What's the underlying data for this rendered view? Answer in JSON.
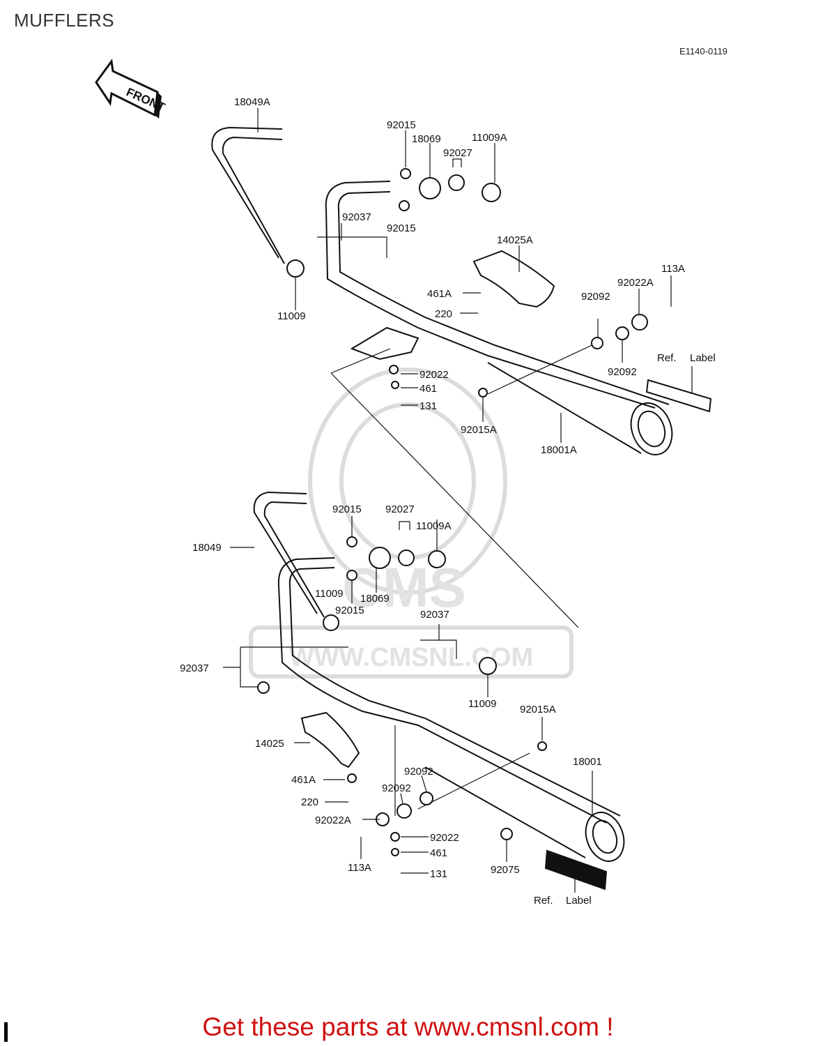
{
  "page": {
    "title": "MUFFLERS",
    "diagram_code": "E1140-0119",
    "front_arrow_label": "FRONT",
    "cta": "Get these parts at www.cmsnl.com !",
    "watermark_text": "WWW.CMSNL.COM",
    "watermark_logo_text": "CMS"
  },
  "parts": {
    "p18049A": "18049A",
    "p92015_a": "92015",
    "p18069_a": "18069",
    "p11009A_a": "11009A",
    "p92027_a": "92027",
    "p92037_a": "92037",
    "p92015_b": "92015",
    "p14025A": "14025A",
    "p113A_a": "113A",
    "p92022A_a": "92022A",
    "p461A_a": "461A",
    "p92092_a": "92092",
    "p220_a": "220",
    "p11009_a": "11009",
    "p92022_a": "92022",
    "p461_a": "461",
    "p131_a": "131",
    "p92092_b": "92092",
    "p_ref_a": "Ref.",
    "p_label_a": "Label",
    "p92015A_a": "92015A",
    "p18001A": "18001A",
    "p92015_c": "92015",
    "p92027_b": "92027",
    "p11009A_b": "11009A",
    "p18049": "18049",
    "p11009_b": "11009",
    "p92015_d": "92015",
    "p18069_b": "18069",
    "p92037_b": "92037",
    "p92037_c": "92037",
    "p11009_c": "11009",
    "p92015A_b": "92015A",
    "p14025": "14025",
    "p18001": "18001",
    "p92092_c": "92092",
    "p461A_b": "461A",
    "p92092_d": "92092",
    "p220_b": "220",
    "p92022A_b": "92022A",
    "p92022_b": "92022",
    "p461_b": "461",
    "p113A_b": "113A",
    "p131_b": "131",
    "p92075": "92075",
    "p_ref_b": "Ref.",
    "p_label_b": "Label"
  },
  "colors": {
    "line": "#111111",
    "cta": "#d01010",
    "watermark": "#d8d8d8"
  }
}
